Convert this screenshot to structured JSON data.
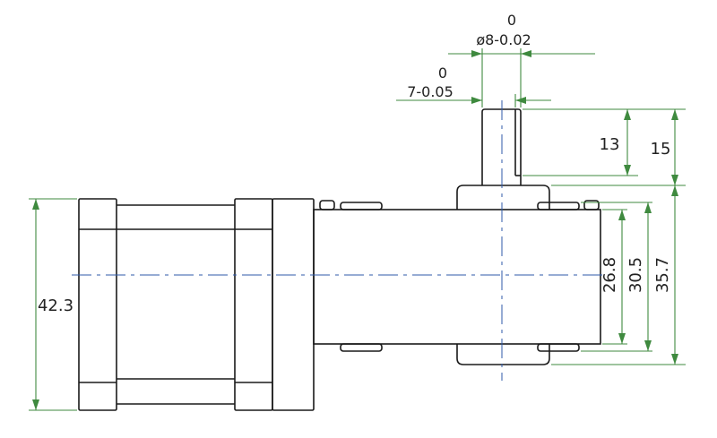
{
  "colors": {
    "outline": "#1a1a1a",
    "dimension": "#3f8a3f",
    "centerline": "#2f5aa8",
    "text": "#222222",
    "background": "#ffffff"
  },
  "dimensions": {
    "shaft_diameter": {
      "upper": "0",
      "value": "ø8-0.02"
    },
    "shaft_flat": {
      "upper": "0",
      "value": "7-0.05"
    },
    "shaft_flat_length": "13",
    "shaft_length": "15",
    "motor_height": "42.3",
    "gearbox_body": "26.8",
    "gearbox_mounting": "30.5",
    "gearbox_overall": "35.7"
  }
}
